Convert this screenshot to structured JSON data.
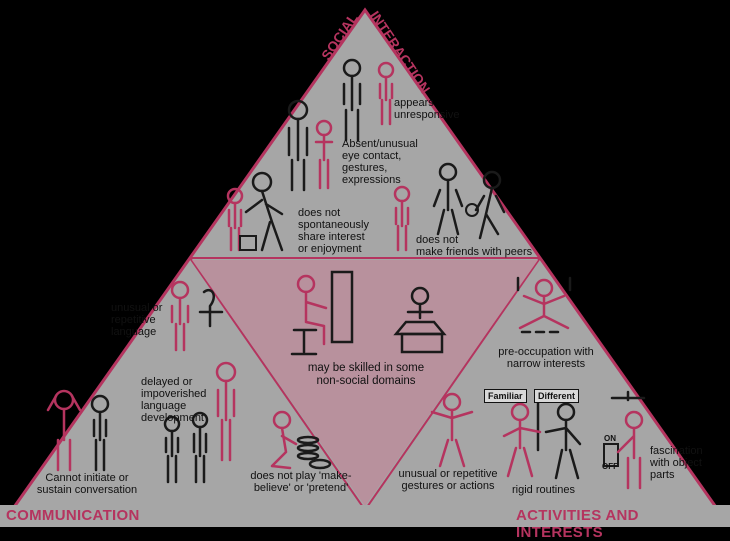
{
  "domains": {
    "social_interaction": [
      "SOCIAL",
      "INTERACTION"
    ],
    "communication": "COMMUNICATION",
    "activities_interests": "ACTIVITIES AND INTERESTS"
  },
  "center": {
    "label": "may be skilled in some\nnon-social domains"
  },
  "social": {
    "appears_unresponsive": "appears\nunresponsive",
    "eye_contact": "Absent/unusual\neye contact,\ngestures,\nexpressions",
    "share_interest": "does not\nspontaneously\nshare interest\nor enjoyment",
    "friends": "does not\nmake friends with peers"
  },
  "communication": {
    "unusual_language": "unusual or\nrepetitive\nlanguage",
    "delayed_language": "delayed or\nimpoverished\nlanguage\ndevelopment",
    "conversation": "Cannot initiate or\nsustain conversation",
    "pretend_play": "does not play 'make-\nbelieve' or 'pretend'"
  },
  "activities": {
    "preoccupation": "pre-occupation with\nnarrow interests",
    "gestures": "unusual or repetitive\ngestures or actions",
    "routines": "rigid routines",
    "fascination": "fascination\nwith object\nparts",
    "sign_familiar": "Familiar",
    "sign_different": "Different",
    "switch_on": "ON",
    "switch_off": "OFF"
  },
  "colors": {
    "background": "#000000",
    "triangle_fill": "#a6a6a6",
    "center_fill": "#b8919d",
    "accent": "#b5345f",
    "outline": "#1a1a1a"
  }
}
